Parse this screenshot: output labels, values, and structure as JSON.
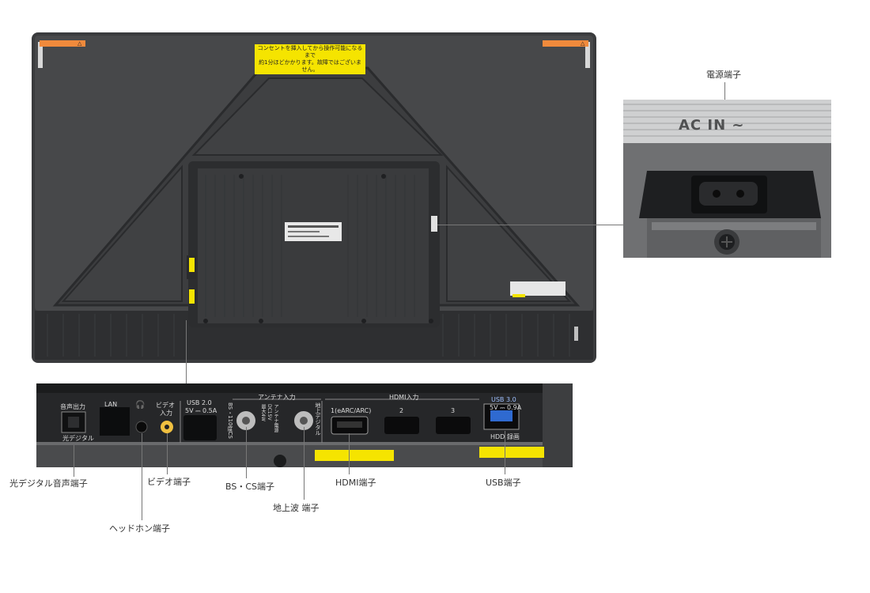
{
  "tv_back": {
    "warning_sticker": "コンセントを挿入してから操作可能になるまで\n約1分ほどかかります。故障ではございません。",
    "small_sticker_left": "△",
    "small_sticker_right": "△"
  },
  "ac_panel": {
    "label": "AC IN ~"
  },
  "port_strip": {
    "optical_top": "音声出力",
    "optical_bottom": "光デジタル",
    "lan": "LAN",
    "headphone_icon": "🎧",
    "video_top": "ビデオ",
    "video_bottom": "入力",
    "usb2_title": "USB 2.0",
    "usb2_spec": "5V ⎓ 0.5A",
    "antenna_group": "アンテナ入力",
    "bs_vertical": "BS・110度CS",
    "power_vertical": "アンテナ電源\nDC15V\n最大4W",
    "terrestrial_vertical": "地上デジタル",
    "hdmi_group": "HDMI入力",
    "hdmi1": "1(eARC/ARC)",
    "hdmi2": "2",
    "hdmi3": "3",
    "usb3_title": "USB 3.0",
    "usb3_spec": "5V ⎓ 0.9A",
    "usb3_hdd": "HDD 録画"
  },
  "callouts": {
    "power": "電源端子",
    "optical": "光デジタル音声端子",
    "headphone": "ヘッドホン端子",
    "video": "ビデオ端子",
    "bs_cs": "BS・CS端子",
    "terrestrial": "地上波 端子",
    "hdmi": "HDMI端子",
    "usb": "USB端子"
  }
}
